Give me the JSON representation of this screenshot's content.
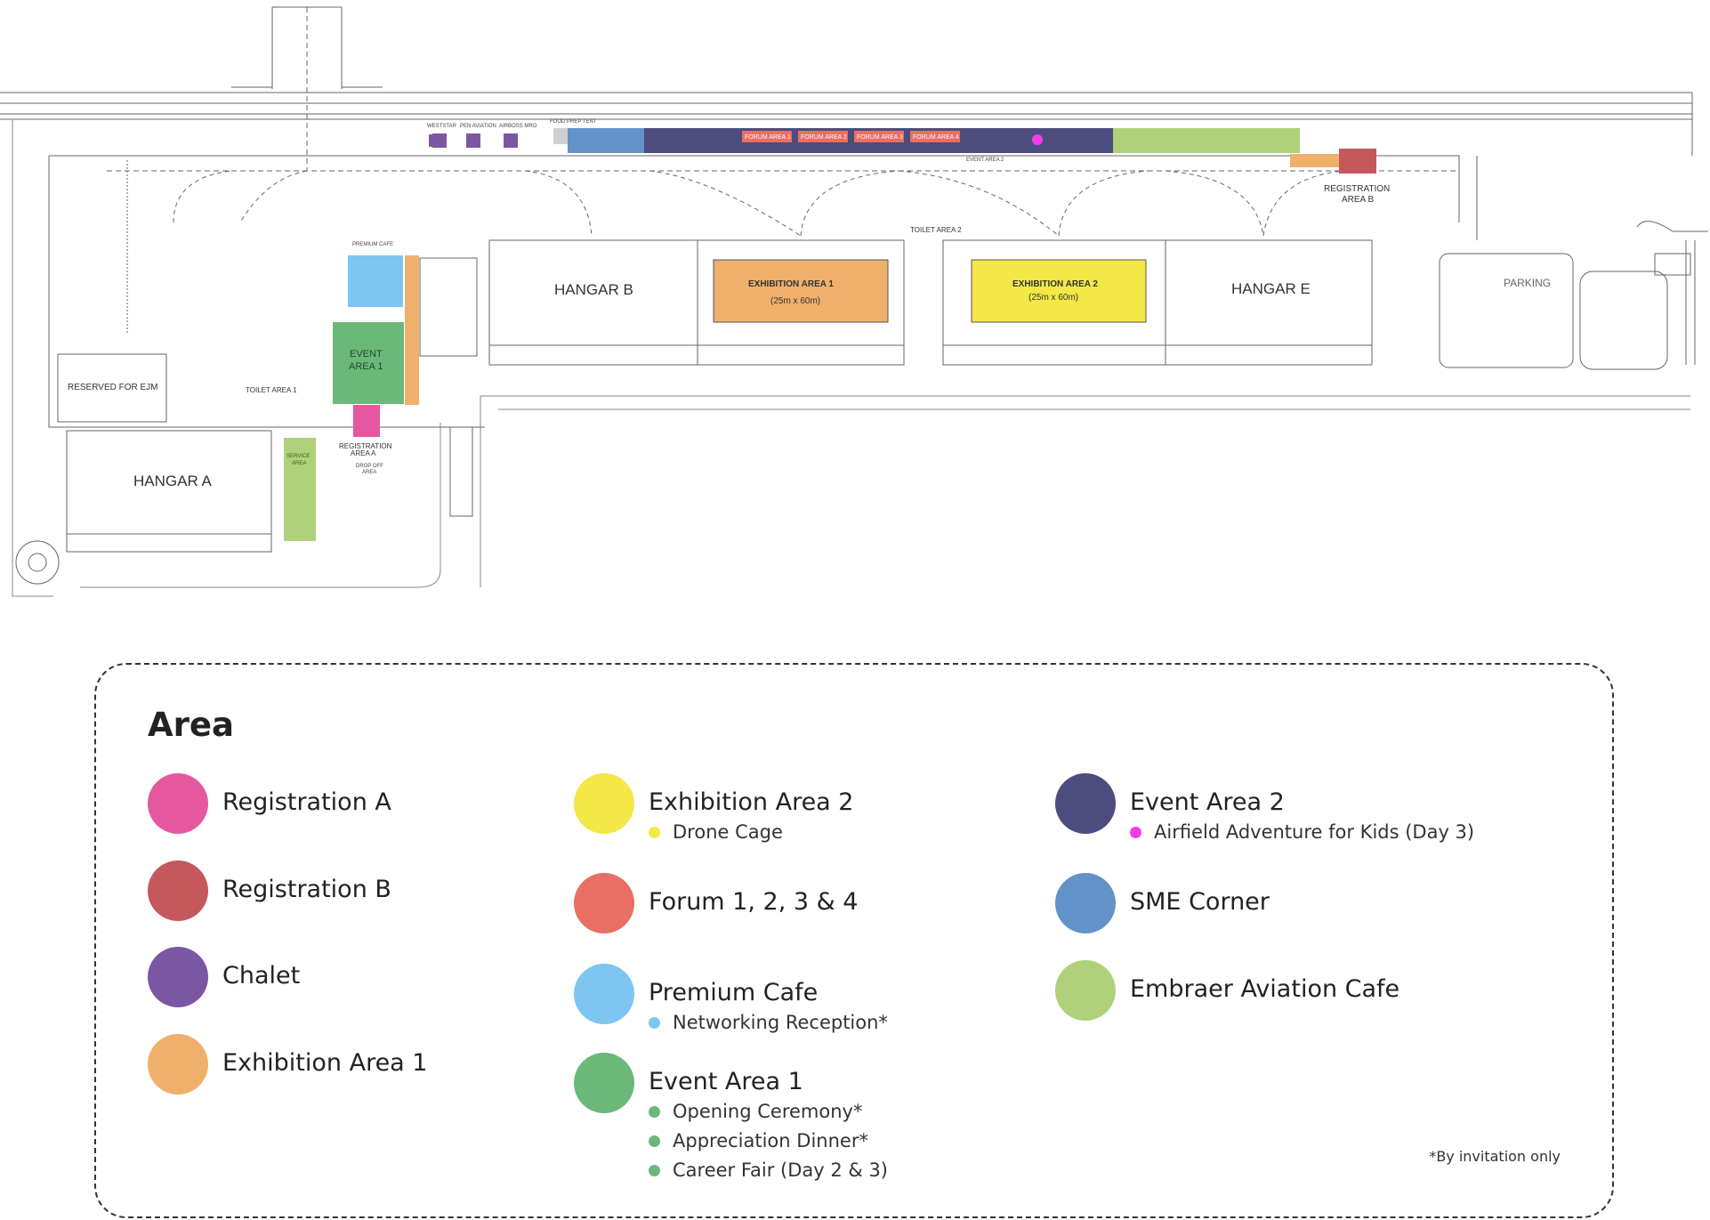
{
  "map": {
    "hangars": [
      "HANGAR A",
      "HANGAR B",
      "HANGAR E"
    ],
    "reserved": "RESERVED FOR EJM",
    "premium_cafe": "PREMIUM CAFE",
    "event_area_1": [
      "EVENT",
      "AREA 1"
    ],
    "event_area_2": "EVENT AREA 2",
    "exhibition_1": [
      "EXHIBITION AREA 1",
      "(25m x 60m)"
    ],
    "exhibition_2": [
      "EXHIBITION AREA 2",
      "(25m x 60m)"
    ],
    "forums": [
      "FORUM AREA 1",
      "FORUM AREA 2",
      "FORUM AREA 3",
      "FORUM AREA 4"
    ],
    "registration_a": [
      "REGISTRATION",
      "AREA A"
    ],
    "registration_b": [
      "REGISTRATION",
      "AREA B"
    ],
    "toilet_1": "TOILET AREA 1",
    "toilet_2": "TOILET AREA 2",
    "service": [
      "SERVICE",
      "AREA"
    ],
    "drop_off": [
      "DROP OFF",
      "AREA"
    ],
    "parking": "PARKING",
    "chalets": [
      "WESTSTAR",
      "PEN AVIATION",
      "AIRBOSS MRO"
    ],
    "food_prep": "FOOD PREP TENT"
  },
  "legend": {
    "title": "Area",
    "note": "*By invitation only",
    "items": [
      {
        "name": "Registration A",
        "color": "#e5589f",
        "subs": []
      },
      {
        "name": "Registration B",
        "color": "#c4585c",
        "subs": []
      },
      {
        "name": "Chalet",
        "color": "#7b56a3",
        "subs": []
      },
      {
        "name": "Exhibition Area 1",
        "color": "#efb06b",
        "subs": []
      },
      {
        "name": "Exhibition Area 2",
        "color": "#f3e845",
        "subs": [
          "Drone Cage"
        ]
      },
      {
        "name": "Forum 1, 2, 3 & 4",
        "color": "#e76f63",
        "subs": []
      },
      {
        "name": "Premium Cafe",
        "color": "#7cc6f1",
        "subs": [
          "Networking Reception*"
        ]
      },
      {
        "name": "Event Area 1",
        "color": "#6bb879",
        "subs": [
          "Opening Ceremony*",
          "Appreciation Dinner*",
          "Career Fair (Day 2 & 3)"
        ]
      },
      {
        "name": "Event Area 2",
        "color": "#4d4c7e",
        "subs": [
          "Airfield Adventure for Kids (Day 3)"
        ],
        "sub_color": "#f13ee8"
      },
      {
        "name": "SME Corner",
        "color": "#6292c7",
        "subs": []
      },
      {
        "name": "Embraer Aviation Cafe",
        "color": "#aed17a",
        "subs": []
      }
    ]
  }
}
